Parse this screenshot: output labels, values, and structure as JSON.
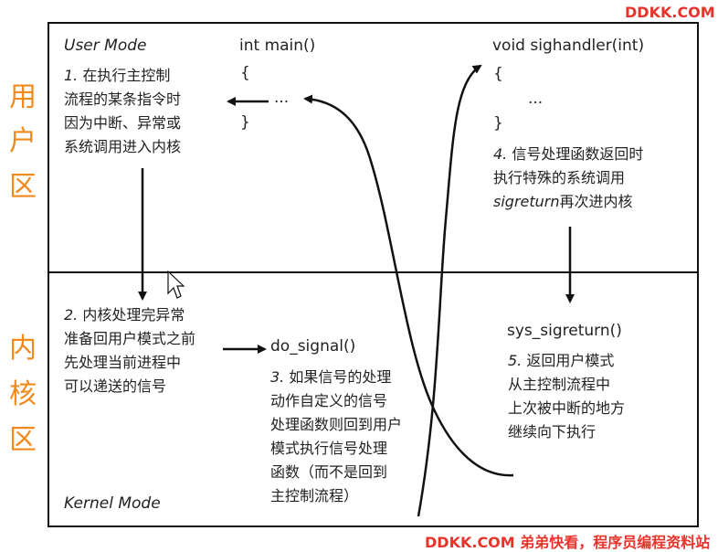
{
  "watermark_top": "DDKK.COM",
  "watermark_bottom": "DDKK.COM 弟弟快看，程序员编程资料站",
  "regions": {
    "user": [
      "用",
      "户",
      "区"
    ],
    "kernel": [
      "内",
      "核",
      "区"
    ]
  },
  "user_mode_label": "User Mode",
  "kernel_mode_label": "Kernel Mode",
  "main_code": {
    "signature": "int main()",
    "open": "{",
    "body": "...",
    "close": "}"
  },
  "handler_code": {
    "signature": "void sighandler(int)",
    "open": "{",
    "body": "...",
    "close": "}"
  },
  "step1": {
    "num": "1.",
    "lines": [
      "在执行主控制",
      "流程的某条指令时",
      "因为中断、异常或",
      "系统调用进入内核"
    ]
  },
  "step2": {
    "num": "2.",
    "lines": [
      "内核处理完异常",
      "准备回用户模式之前",
      "先处理当前进程中",
      "可以递送的信号"
    ]
  },
  "do_signal": "do_signal()",
  "step3": {
    "num": "3.",
    "lines": [
      "如果信号的处理",
      "动作自定义的信号",
      "处理函数则回到用户",
      "模式执行信号处理",
      "函数（而不是回到",
      "主控制流程）"
    ]
  },
  "step4": {
    "num": "4.",
    "line1": "信号处理函数返回时",
    "line2": "执行特殊的系统调用",
    "sigreturn": "sigreturn",
    "line3_rest": "再次进内核"
  },
  "sys_sigreturn": "sys_sigreturn()",
  "step5": {
    "num": "5.",
    "lines": [
      "返回用户模式",
      "从主控制流程中",
      "上次被中断的地方",
      "继续向下执行"
    ]
  }
}
